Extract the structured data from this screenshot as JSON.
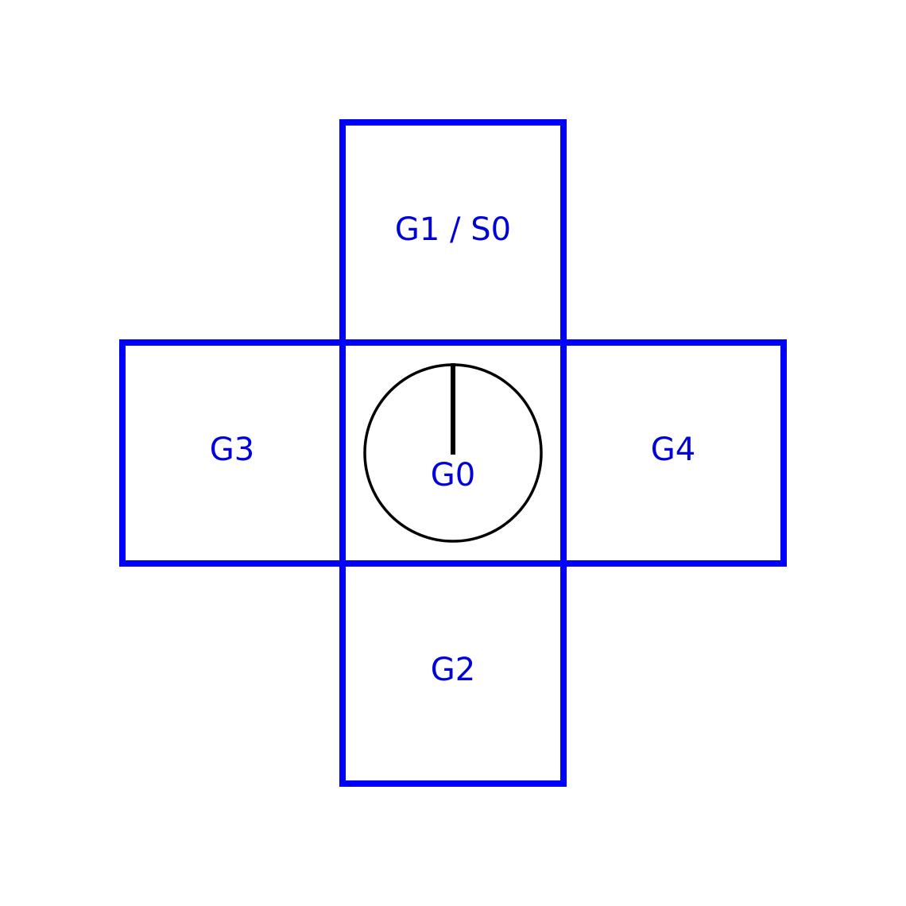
{
  "colors": {
    "background": "#ffffff",
    "cell_border": "#0000ff",
    "label": "#0000d9",
    "agent": "#000000"
  },
  "cells": {
    "top": {
      "label": "G1 / S0"
    },
    "left": {
      "label": "G3"
    },
    "center": {
      "label": "G0"
    },
    "right": {
      "label": "G4"
    },
    "bottom": {
      "label": "G2"
    }
  },
  "agent": {
    "cell": "center",
    "heading": "up"
  }
}
